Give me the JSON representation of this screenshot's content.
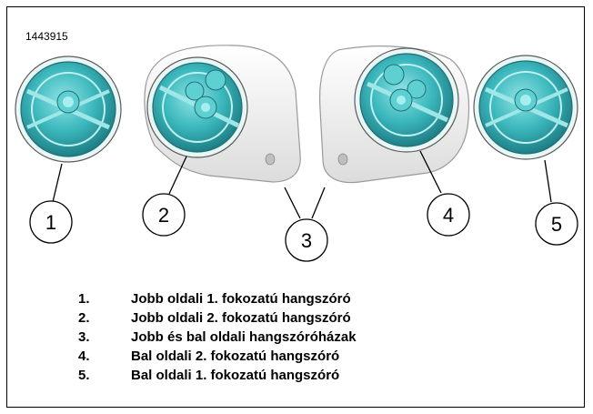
{
  "figure": {
    "id": "1443915"
  },
  "callouts": [
    "1",
    "2",
    "3",
    "4",
    "5"
  ],
  "legend": [
    {
      "num": "1.",
      "text": "Jobb oldali 1. fokozatú hangszóró"
    },
    {
      "num": "2.",
      "text": "Jobb oldali 2. fokozatú hangszóró"
    },
    {
      "num": "3.",
      "text": "Jobb és bal oldali hangszóróházak"
    },
    {
      "num": "4.",
      "text": "Bal oldali 2. fokozatú hangszóró"
    },
    {
      "num": "5.",
      "text": "Bal oldali 1. fokozatú hangszóró"
    }
  ],
  "colors": {
    "speaker": "#3bb8bd",
    "speaker_dark": "#1f7f86",
    "housing": "#f2f2f2",
    "line": "#000000"
  }
}
